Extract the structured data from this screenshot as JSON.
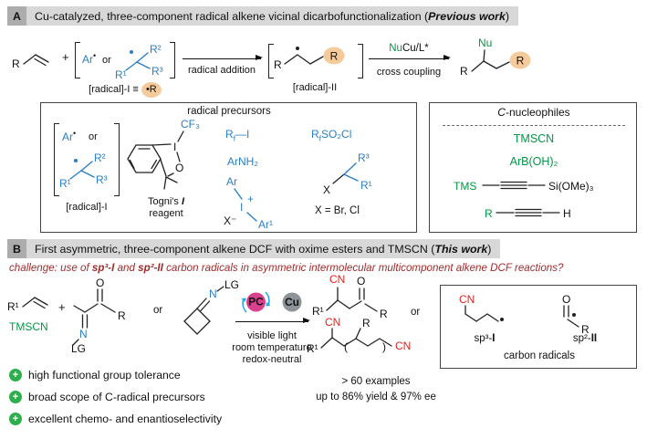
{
  "colors": {
    "accent_blue": "#2b7fc3",
    "accent_green": "#009845",
    "cn_red": "#e02420",
    "challenge_red": "#a02c2c",
    "orange_highlight": "#f6cb9b",
    "header_bg": "#d8d8d8",
    "pc_pink": "#d9418e",
    "cu_gray": "#8e9397",
    "cyan_arrow": "#29abe2",
    "bullet_green": "#2eaf4b"
  },
  "headerA": {
    "label": "A",
    "pre": "Cu-catalyzed, three-component radical alkene vicinal dicarbofunctionalization (",
    "em": "Previous work",
    "post": ")"
  },
  "headerB": {
    "label": "B",
    "pre": "First asymmetric, three-component alkene DCF with oxime esters and TMSCN (",
    "em": "This work",
    "post": ")"
  },
  "challenge": {
    "s1": "challenge: use of ",
    "b1": "sp³-I",
    "s2": " and ",
    "b2": "sp²-II",
    "s3": " carbon radicals in asymmetric intermolecular multicomponent alkene DCF reactions?"
  },
  "schemeA": {
    "r": "R",
    "plus": "+",
    "ar": "Ar",
    "dot": "•",
    "or": "or",
    "r1": "R¹",
    "r2": "R²",
    "r3": "R³",
    "radical1_def": "[radical]-I ≡",
    "dot_r": "•R",
    "arrow1_label": "radical addition",
    "radical2_label": "[radical]-II",
    "nu": "Nu",
    "cu_l": "Cu/L*",
    "arrow2_label": "cross coupling"
  },
  "precursors": {
    "title": "radical precursors",
    "or": "or",
    "ar": "Ar",
    "dot": "•",
    "r1": "R¹",
    "r2": "R²",
    "r3": "R³",
    "radical1_label": "[radical]-I",
    "cf3": "CF₃",
    "i_atom": "I",
    "o_atom": "O",
    "togni1a": "Togni's ",
    "togni1b": "I",
    "togni2": "reagent",
    "rf_base": "R",
    "rf_sub": "f",
    "rf_tail": "—I",
    "arnh2": "ArNH₂",
    "plus_charge": "+",
    "x_counter": "X⁻",
    "ar1": "Ar¹",
    "rso2_base": "R",
    "rso2_sub": "f",
    "rso2_tail": "SO₂Cl",
    "x": "X",
    "x_eq": "X = Br, Cl"
  },
  "nucleophiles": {
    "title_c": "C",
    "title_rest": "-nucleophiles",
    "tmscn": "TMSCN",
    "arb": "ArB(OH)₂",
    "tms": "TMS",
    "si_ome3": "Si(OMe)₃",
    "r": "R",
    "h": "H"
  },
  "schemeB": {
    "r1": "R¹",
    "tmscn": "TMSCN",
    "plus": "+",
    "or": "or",
    "o": "O",
    "n": "N",
    "lg": "LG",
    "r": "R",
    "pc": "PC",
    "cu": "Cu",
    "cond1": "visible light",
    "cond2": "room temperature",
    "cond3": "redox-neutral",
    "cn": "CN",
    "paren_l": "(",
    "paren_r": ")",
    "examples": "> 60 examples",
    "result": "up to 86% yield & 97% ee"
  },
  "radical_box": {
    "cn": "CN",
    "o": "O",
    "r": "R",
    "sp3_pre": "sp³-",
    "sp3_b": "I",
    "sp2_pre": "sp²-",
    "sp2_b": "II",
    "caption": "carbon radicals"
  },
  "bullet_plus": "+",
  "bullets": [
    "high functional group tolerance",
    "broad scope of C-radical precursors",
    "excellent chemo- and enantioselectivity"
  ]
}
